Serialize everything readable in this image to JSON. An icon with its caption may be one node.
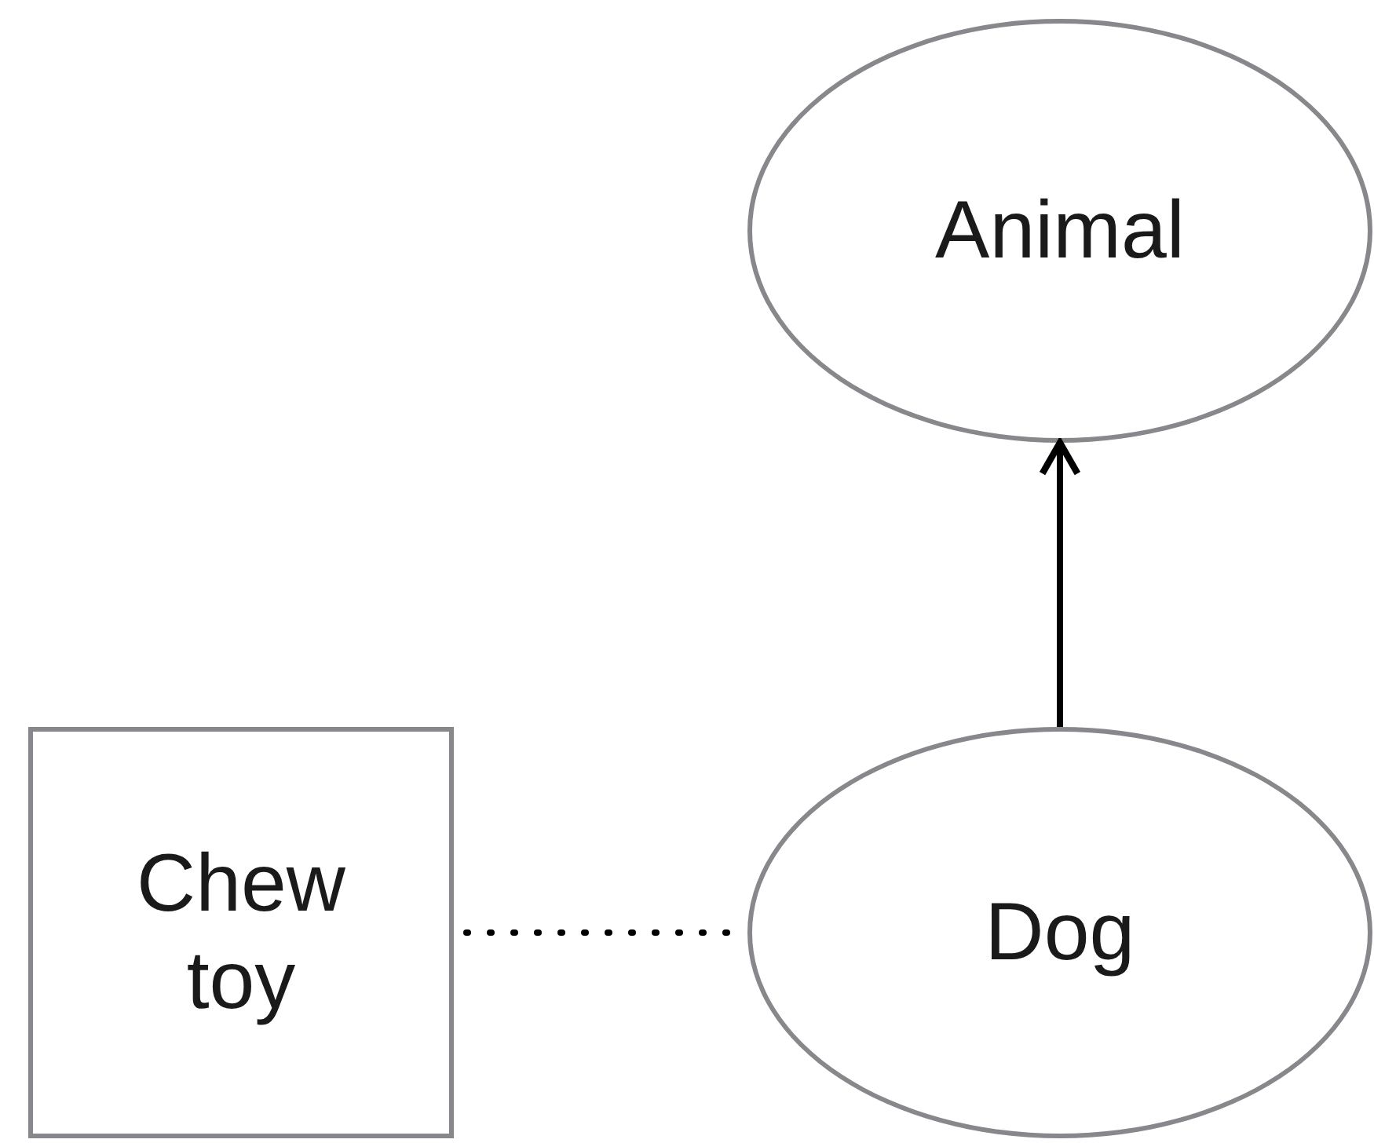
{
  "diagram": {
    "nodes": [
      {
        "text": [
          "Animal"
        ]
      },
      {
        "text": [
          "Chew toy"
        ]
      },
      {
        "text": [
          "Dog"
        ]
      }
    ],
    "edges": [
      {
        "from": 2,
        "to": 0,
        "arrow": "to"
      },
      {
        "from": 1,
        "to": 2,
        "arrow": "none",
        "style": "dashed"
      }
    ]
  }
}
